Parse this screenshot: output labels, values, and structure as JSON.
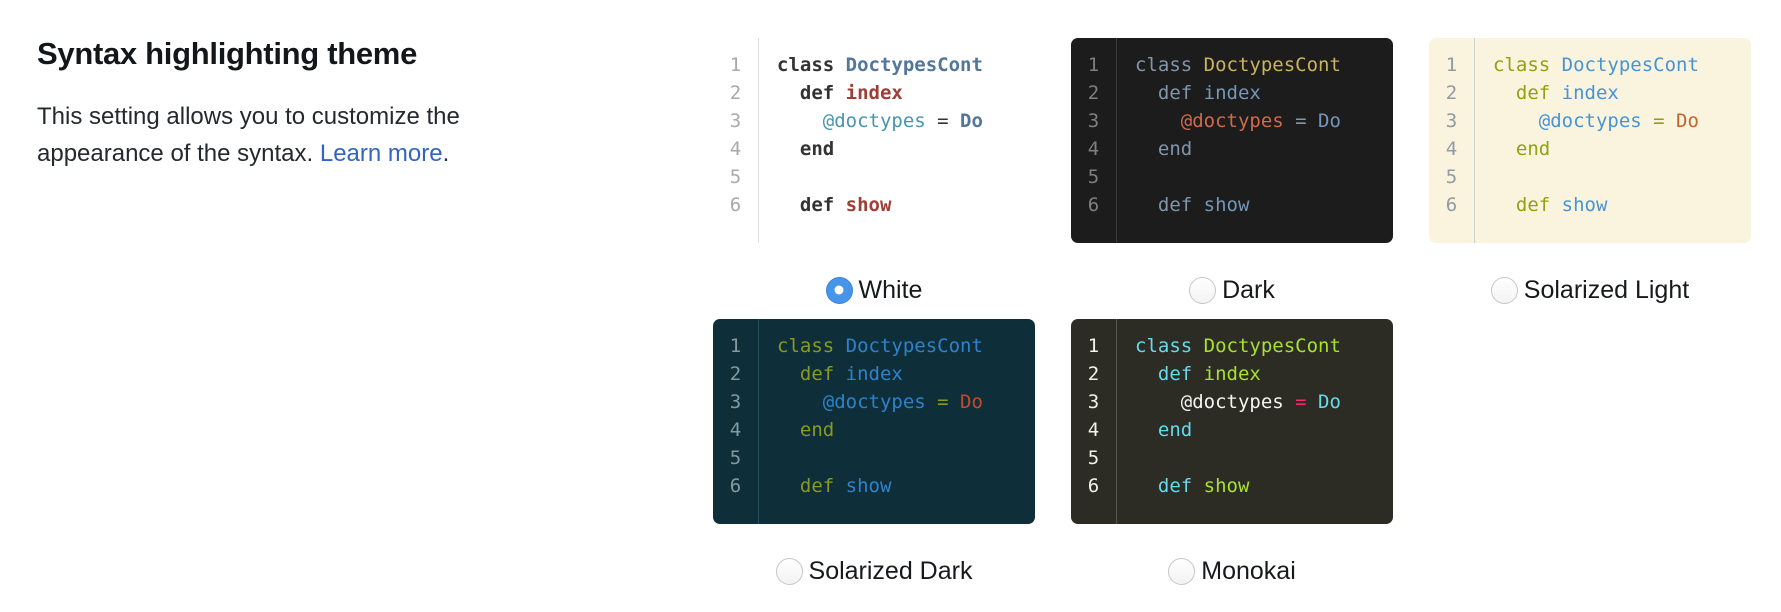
{
  "section": {
    "title": "Syntax highlighting theme",
    "description_before_link": "This setting allows you to customize the appearance of the syntax. ",
    "learn_more_label": "Learn more",
    "description_after_link": ".",
    "link_color": "#3464c2"
  },
  "code_preview": {
    "line_numbers": [
      "1",
      "2",
      "3",
      "4",
      "5",
      "6"
    ],
    "lines": [
      [
        {
          "text": "class ",
          "token": "keyword"
        },
        {
          "text": "DoctypesCont",
          "token": "class_name"
        }
      ],
      [
        {
          "text": "  def ",
          "token": "keyword"
        },
        {
          "text": "index",
          "token": "method"
        }
      ],
      [
        {
          "text": "    @doctypes",
          "token": "ivar"
        },
        {
          "text": " = ",
          "token": "operator"
        },
        {
          "text": "Do",
          "token": "constant"
        }
      ],
      [
        {
          "text": "  end",
          "token": "keyword"
        }
      ],
      [],
      [
        {
          "text": "  def ",
          "token": "keyword"
        },
        {
          "text": "show",
          "token": "method"
        }
      ]
    ]
  },
  "themes": [
    {
      "id": "white",
      "label": "White",
      "selected": true,
      "bold_tokens": [
        "keyword",
        "class_name",
        "method",
        "constant"
      ],
      "colors": {
        "bg": "#ffffff",
        "gutter_text": "#a9a9a9",
        "divider": "#dddddd",
        "keyword": "#333333",
        "class_name": "#53769a",
        "method": "#9e3e36",
        "ivar": "#4695ad",
        "operator": "#333333",
        "constant": "#53769a"
      }
    },
    {
      "id": "dark",
      "label": "Dark",
      "selected": false,
      "bold_tokens": [],
      "colors": {
        "bg": "#1c1c1c",
        "gutter_text": "#7f7f7f",
        "divider": "#3d3d3d",
        "keyword": "#8295aa",
        "class_name": "#c9b45b",
        "method": "#7596b8",
        "ivar": "#cf6a4c",
        "operator": "#8295aa",
        "constant": "#7596b8"
      }
    },
    {
      "id": "solarized-light",
      "label": "Solarized Light",
      "selected": false,
      "bold_tokens": [],
      "colors": {
        "bg": "#faf3de",
        "gutter_text": "#8f9ba4",
        "divider": "#ccd4d2",
        "keyword": "#93a011",
        "class_name": "#4794d4",
        "method": "#4794d4",
        "ivar": "#4794d4",
        "operator": "#93a011",
        "constant": "#c1662d"
      }
    },
    {
      "id": "solarized-dark",
      "label": "Solarized Dark",
      "selected": false,
      "bold_tokens": [],
      "colors": {
        "bg": "#0e2f3a",
        "gutter_text": "#8599a0",
        "divider": "#24505c",
        "keyword": "#8a9a21",
        "class_name": "#2e82cb",
        "method": "#2e82cb",
        "ivar": "#2e82cb",
        "operator": "#8a9a21",
        "constant": "#c44b2a"
      }
    },
    {
      "id": "monokai",
      "label": "Monokai",
      "selected": false,
      "bold_tokens": [],
      "colors": {
        "bg": "#2c2c25",
        "gutter_text": "#f2f2ec",
        "divider": "#56564c",
        "keyword": "#66d9ef",
        "class_name": "#a6e22e",
        "method": "#a6e22e",
        "ivar": "#f5f4f0",
        "operator": "#f92672",
        "constant": "#66d9ef"
      }
    }
  ],
  "radio": {
    "selected_fill": "#4795e8",
    "unselected_border": "#c7c7c7"
  }
}
